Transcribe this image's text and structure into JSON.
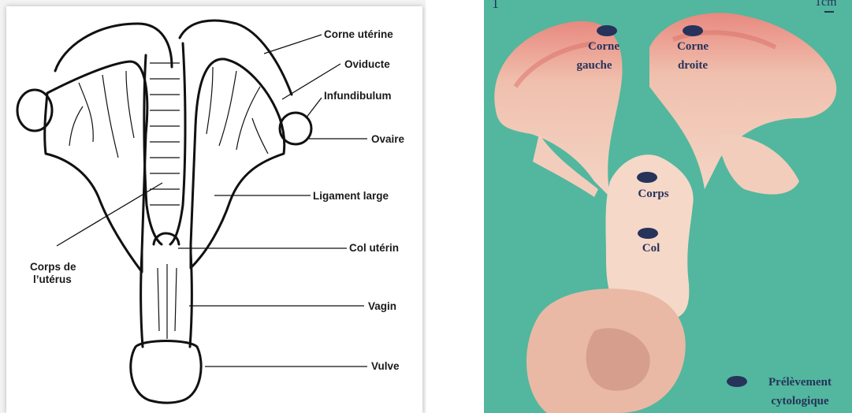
{
  "left_diagram": {
    "labels": {
      "corne_uterine": "Corne utérine",
      "oviducte": "Oviducte",
      "infundibulum": "Infundibulum",
      "ovaire": "Ovaire",
      "ligament_large": "Ligament large",
      "col_uterin": "Col utérin",
      "vagin": "Vagin",
      "vulve": "Vulve",
      "corps_line1": "Corps de",
      "corps_line2": "l’utérus"
    }
  },
  "right_photo": {
    "panel_number": "1",
    "scale_label": "1cm",
    "labels": {
      "corne_gauche_1": "Corne",
      "corne_gauche_2": "gauche",
      "corne_droite_1": "Corne",
      "corne_droite_2": "droite",
      "corps": "Corps",
      "col": "Col",
      "prelevement_1": "Prélèvement",
      "prelevement_2": "cytologique"
    },
    "colors": {
      "background": "#52b79e",
      "marker": "#26335a",
      "tissue": "#f2c9b8"
    }
  }
}
